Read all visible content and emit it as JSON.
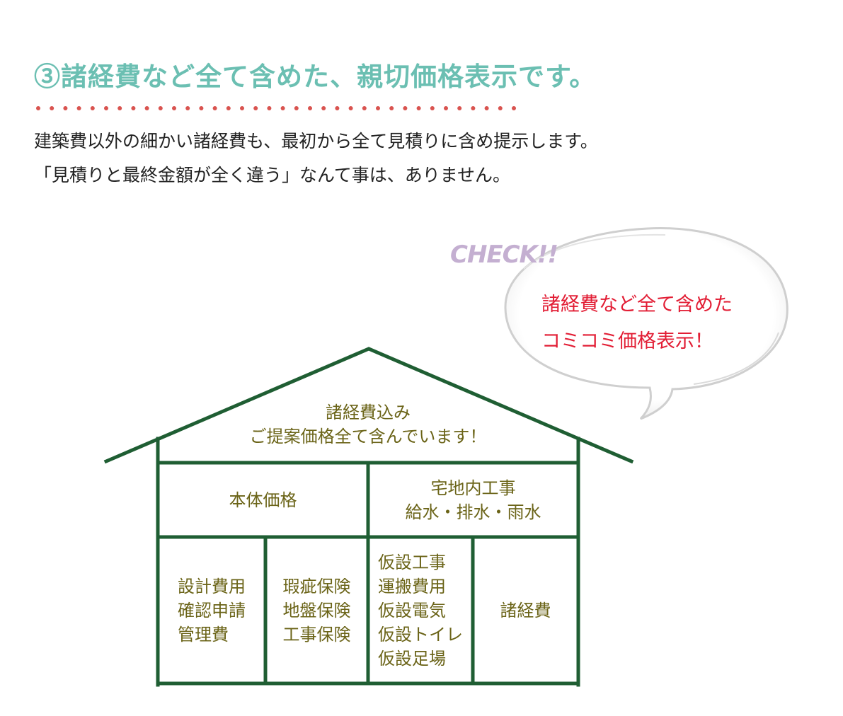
{
  "heading": "③諸経費など全て含めた、親切価格表示です。",
  "intro": {
    "line1": "建築費以外の細かい諸経費も、最初から全て見積りに含め提示します。",
    "line2": "「見積りと最終金額が全く違う」なんて事は、ありません。"
  },
  "callout": {
    "check_label": "CHECK!!",
    "line1": "諸経費など全て含めた",
    "line2": "コミコミ価格表示！"
  },
  "house": {
    "roof": {
      "line1": "諸経費込み",
      "line2": "ご提案価格全て含んでいます！"
    },
    "main_price": "本体価格",
    "site_work": {
      "line1": "宅地内工事",
      "line2": "給水・排水・雨水"
    },
    "design_fees": [
      "設計費用",
      "確認申請",
      "管理費"
    ],
    "insurance": [
      "瑕疵保険",
      "地盤保険",
      "工事保険"
    ],
    "temporary": [
      "仮設工事",
      "運搬費用",
      "仮設電気",
      "仮設トイレ",
      "仮設足場"
    ],
    "misc": "諸経費"
  },
  "colors": {
    "heading": "#6bbfb2",
    "dots": "#d9534f",
    "callout_text": "#e21d34",
    "check": "#c4afd1",
    "house_line": "#1f5e33",
    "house_text": "#6b6418"
  }
}
